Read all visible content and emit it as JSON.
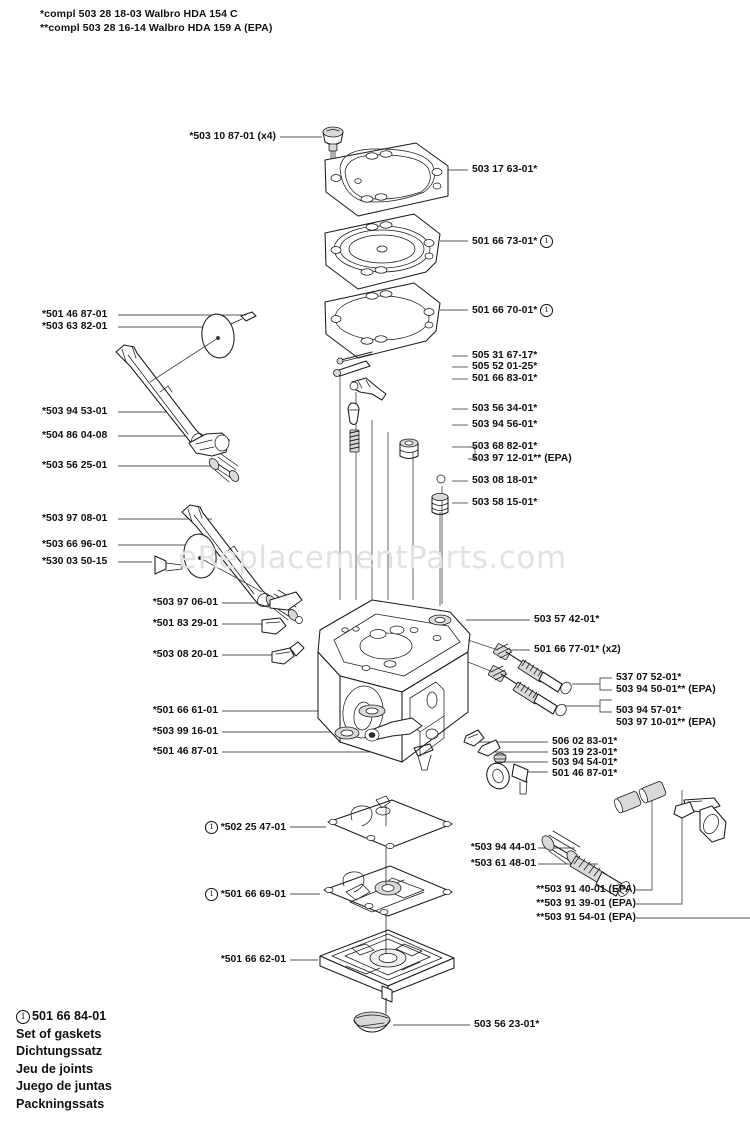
{
  "document": {
    "type": "exploded-parts-diagram",
    "subject": "Walbro carburetor assembly",
    "watermark": "eReplacementParts.com"
  },
  "header": {
    "line1": "*compl 503 28 18-03  Walbro HDA 154 C",
    "line2": "**compl 503 28 16-14  Walbro HDA 159 A (EPA)"
  },
  "legend": {
    "marker": "1",
    "part_number": "501 66 84-01",
    "names": [
      "Set of gaskets",
      "Dichtungssatz",
      "Jeu de joints",
      "Juego de juntas",
      "Packningssats"
    ]
  },
  "callouts": {
    "top_left": [
      {
        "id": "screw-x4",
        "text": "*503 10 87-01 (x4)"
      }
    ],
    "top_right": [
      {
        "id": "pump-cover",
        "text": "503 17 63-01*",
        "marker": false
      },
      {
        "id": "pump-diaphragm",
        "text": "501 66 73-01*",
        "marker": true
      },
      {
        "id": "pump-gasket",
        "text": "501 66 70-01*",
        "marker": true
      }
    ],
    "mid_right": [
      {
        "id": "inlet-needle-pin",
        "text": "505 31 67-17*"
      },
      {
        "id": "circlip",
        "text": "505 52 01-25*"
      },
      {
        "id": "metering-lever",
        "text": "501 66 83-01*"
      },
      {
        "id": "inlet-needle",
        "text": "503 56 34-01*"
      },
      {
        "id": "metering-spring",
        "text": "503 94 56-01*"
      },
      {
        "id": "welch-plug-a",
        "text": "503 68 82-01*"
      },
      {
        "id": "welch-plug-a-epa",
        "text": "503 97 12-01** (EPA)"
      },
      {
        "id": "check-valve",
        "text": "503 08 18-01*"
      },
      {
        "id": "welch-plug-b",
        "text": "503 58 15-01*"
      }
    ],
    "left_upper": [
      {
        "id": "throttle-screw-a",
        "text": "*501 46 87-01"
      },
      {
        "id": "throttle-plate",
        "text": "*503 63 82-01"
      },
      {
        "id": "throttle-shaft",
        "text": "*503 94 53-01"
      },
      {
        "id": "throttle-lever",
        "text": "*504 86 04-08"
      },
      {
        "id": "throttle-return-spring",
        "text": "*503 56 25-01"
      }
    ],
    "left_mid": [
      {
        "id": "choke-shaft",
        "text": "*503 97 08-01"
      },
      {
        "id": "choke-plate",
        "text": "*503 66 96-01"
      },
      {
        "id": "choke-screw",
        "text": "*530 03 50-15"
      }
    ],
    "left_body": [
      {
        "id": "choke-detent-spring",
        "text": "*503 97 06-01"
      },
      {
        "id": "detent-ball",
        "text": "*501 83 29-01"
      },
      {
        "id": "fuel-inlet-nipple",
        "text": "*503 08 20-01"
      }
    ],
    "left_lower": [
      {
        "id": "gasket-washer",
        "text": "*501 66 61-01"
      },
      {
        "id": "throttle-stop-lever",
        "text": "*503 99 16-01"
      },
      {
        "id": "idle-screw",
        "text": "*501 46 87-01"
      }
    ],
    "bottom_left": [
      {
        "id": "metering-gasket",
        "text": "*502 25 47-01",
        "marker": true
      },
      {
        "id": "metering-diaphragm",
        "text": "*501 66 69-01",
        "marker": true
      },
      {
        "id": "metering-cover",
        "text": "*501 66 62-01",
        "marker": false
      }
    ],
    "right_body": [
      {
        "id": "body-plug",
        "text": "503 57 42-01*"
      },
      {
        "id": "limiter-cap-x2",
        "text": "501 66 77-01* (x2)"
      }
    ],
    "right_needles": [
      {
        "id": "high-needle",
        "text": "537 07 52-01*"
      },
      {
        "id": "high-needle-epa",
        "text": "503 94 50-01** (EPA)"
      },
      {
        "id": "low-needle",
        "text": "503 94 57-01*"
      },
      {
        "id": "low-needle-epa",
        "text": "503 97 10-01** (EPA)"
      }
    ],
    "right_lower": [
      {
        "id": "idle-spring",
        "text": "506 02 83-01*"
      },
      {
        "id": "idle-adjust",
        "text": "503 19 23-01*"
      },
      {
        "id": "throttle-stop",
        "text": "503 94 54-01*"
      },
      {
        "id": "screw-b",
        "text": "501 46 87-01*"
      }
    ],
    "right_epa": [
      {
        "id": "epa-limiter-a",
        "text": "**503 91 40-01 (EPA)"
      },
      {
        "id": "epa-limiter-b",
        "text": "**503 91 39-01 (EPA)"
      },
      {
        "id": "epa-limiter-c",
        "text": "**503 91 54-01 (EPA)"
      }
    ],
    "center_lower": [
      {
        "id": "spring-pair-a",
        "text": "*503 94 44-01"
      },
      {
        "id": "spring-pair-b",
        "text": "*503 61 48-01"
      }
    ],
    "bottom": [
      {
        "id": "cover-screw",
        "text": "503 56 23-01*"
      }
    ]
  }
}
